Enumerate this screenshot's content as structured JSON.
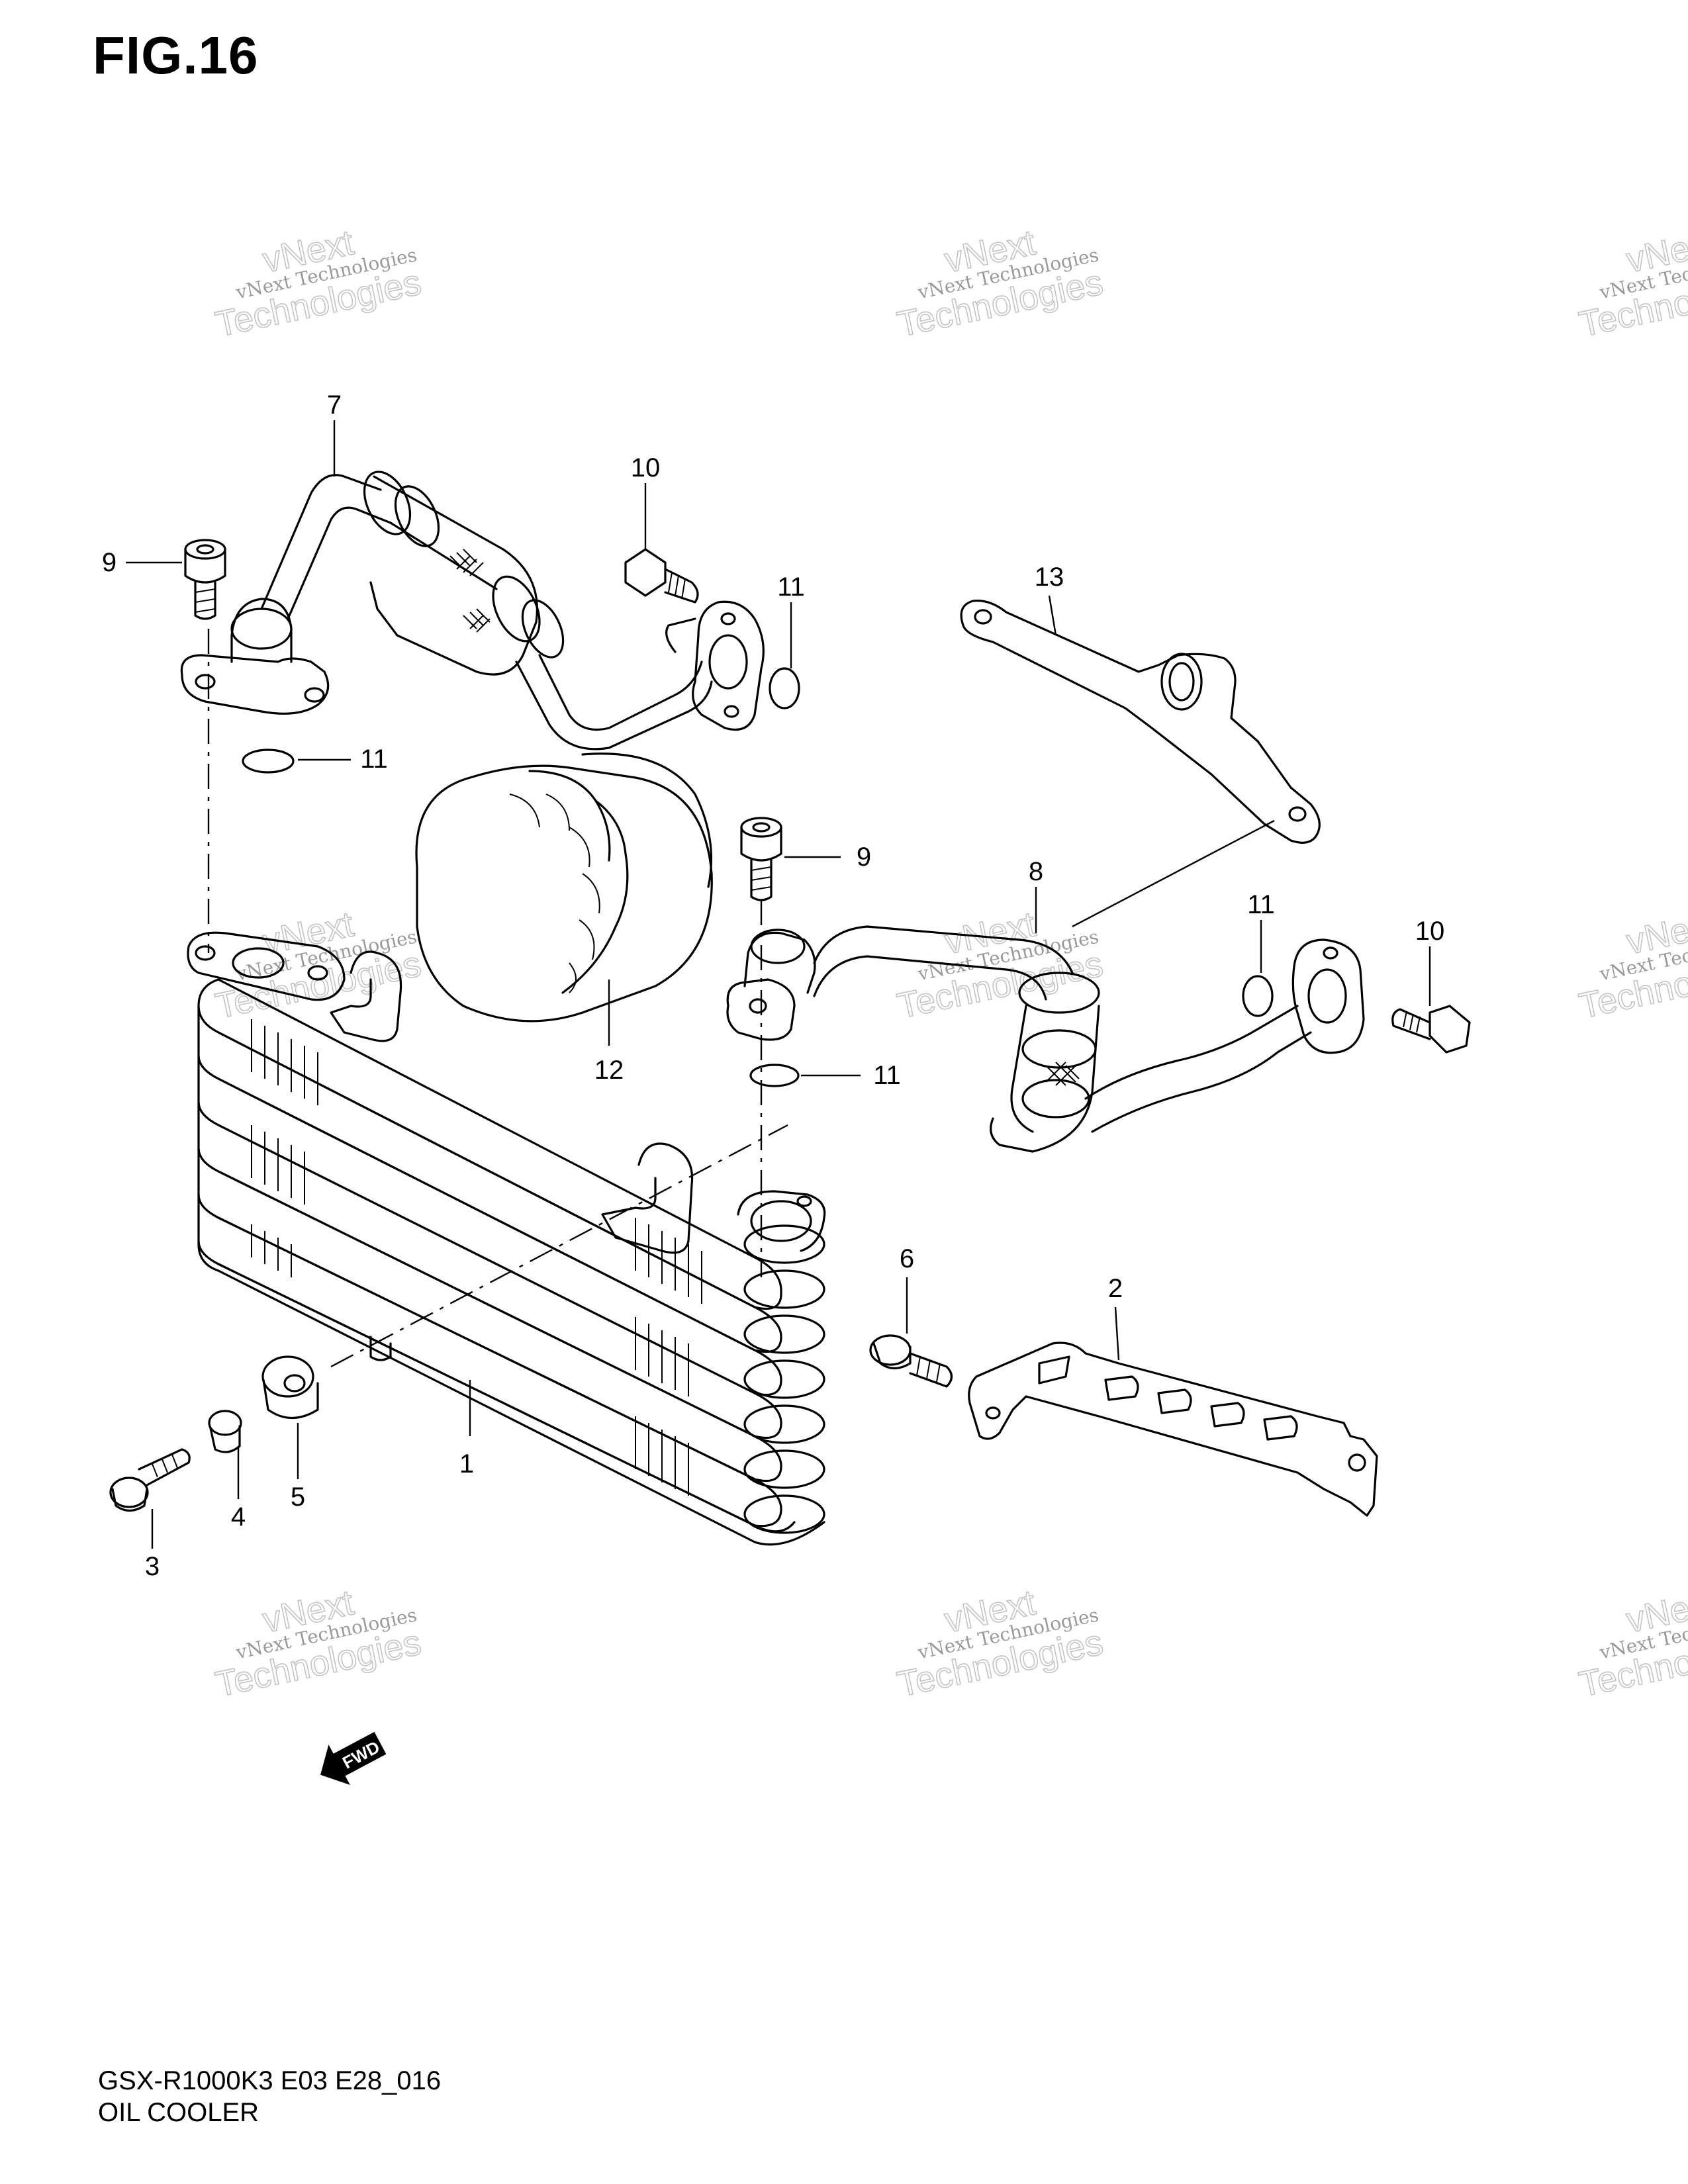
{
  "figure_title": "FIG.16",
  "model_code": "GSX-R1000K3 E03 E28_016",
  "section_title": "OIL COOLER",
  "fwd_label": "FWD",
  "watermark": {
    "line1": "vNext Technologies",
    "line2": "vNext",
    "line3": "Technologies"
  },
  "callouts": [
    "1",
    "2",
    "3",
    "4",
    "5",
    "6",
    "7",
    "8",
    "9",
    "9",
    "10",
    "10",
    "11",
    "11",
    "11",
    "11",
    "12",
    "13"
  ]
}
